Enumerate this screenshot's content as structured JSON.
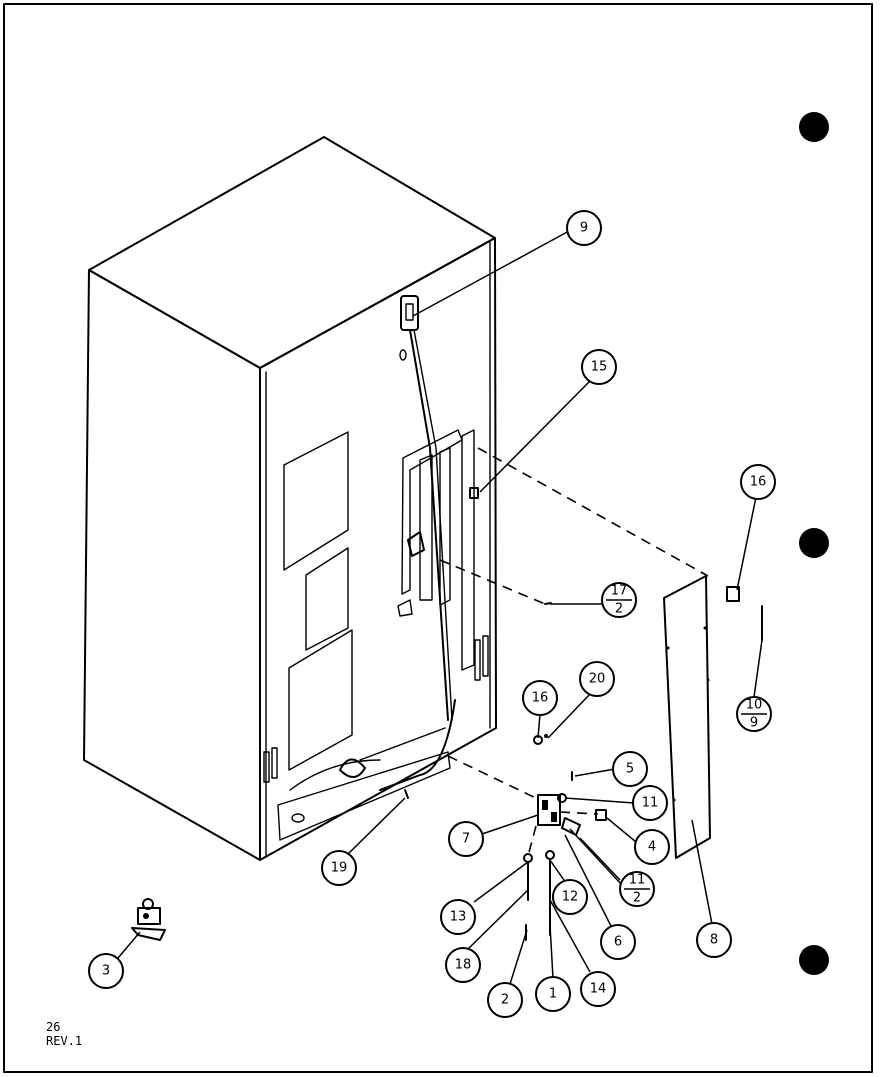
{
  "diagram": {
    "sheet_number": "26",
    "revision": "REV.1",
    "callouts": {
      "c9": "9",
      "c15": "15",
      "c16a": "16",
      "c16b": "16",
      "c17_top": "17",
      "c17_bottom": "2",
      "c20": "20",
      "c5": "5",
      "c11": "11",
      "c10_top": "10",
      "c10_bottom": "9",
      "c7": "7",
      "c4": "4",
      "c11b_top": "11",
      "c11b_bottom": "2",
      "c12": "12",
      "c13": "13",
      "c6": "6",
      "c8": "8",
      "c18": "18",
      "c19": "19",
      "c3": "3",
      "c2": "2",
      "c1": "1",
      "c14": "14"
    }
  }
}
